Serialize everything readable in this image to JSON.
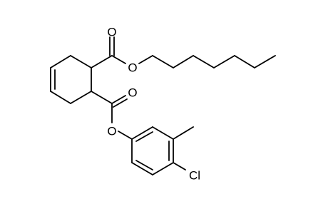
{
  "molecule": {
    "atom_labels": {
      "o_carbonyl_top": "O",
      "o_ester_top": "O",
      "o_carbonyl_bottom": "O",
      "o_ester_bottom": "O",
      "chlorine": "Cl"
    }
  },
  "colors": {
    "bond": "#000000",
    "background": "#ffffff"
  }
}
